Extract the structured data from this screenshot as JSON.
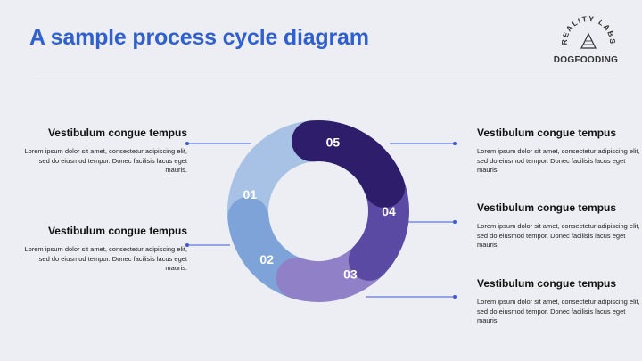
{
  "title": "A sample process cycle diagram",
  "logo": {
    "text": "REALITY LABS",
    "caption": "DOGFOODING"
  },
  "steps": [
    {
      "number": "01",
      "color": "#a7c2e5"
    },
    {
      "number": "02",
      "color": "#7ea3d9"
    },
    {
      "number": "03",
      "color": "#8f80c7"
    },
    {
      "number": "04",
      "color": "#5a4aa4"
    },
    {
      "number": "05",
      "color": "#2e1d6b"
    }
  ],
  "blocks": [
    {
      "heading": "Vestibulum congue tempus",
      "body": "Lorem ipsum dolor sit amet, consectetur adipiscing elit, sed do eiusmod tempor. Donec facilisis lacus eget mauris."
    },
    {
      "heading": "Vestibulum congue tempus",
      "body": "Lorem ipsum dolor sit amet, consectetur adipiscing elit, sed do eiusmod tempor. Donec facilisis lacus eget mauris."
    },
    {
      "heading": "Vestibulum congue tempus",
      "body": "Lorem ipsum dolor sit amet, consectetur adipiscing elit, sed do eiusmod tempor. Donec facilisis lacus eget mauris."
    },
    {
      "heading": "Vestibulum congue tempus",
      "body": "Lorem ipsum dolor sit amet, consectetur adipiscing elit, sed do eiusmod tempor. Donec facilisis lacus eget mauris."
    },
    {
      "heading": "Vestibulum congue tempus",
      "body": "Lorem ipsum dolor sit amet, consectetur adipiscing elit, sed do eiusmod tempor. Donec facilisis lacus eget mauris."
    }
  ],
  "colors": {
    "title": "#2f5fd0",
    "connector": "#3b5bd6"
  }
}
